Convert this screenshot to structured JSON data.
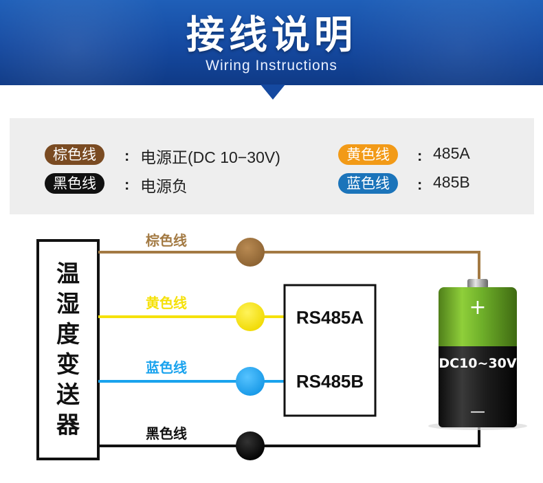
{
  "header": {
    "title": "接线说明",
    "subtitle": "Wiring Instructions"
  },
  "legend": {
    "items": [
      {
        "wire": "棕色线",
        "separator": ":",
        "meaning": "电源正(DC 10−30V)",
        "color": "#7a4b22"
      },
      {
        "wire": "黄色线",
        "separator": ":",
        "meaning": "485A",
        "color": "#f29a17"
      },
      {
        "wire": "黑色线",
        "separator": ":",
        "meaning": "电源负",
        "color": "#111111"
      },
      {
        "wire": "蓝色线",
        "separator": ":",
        "meaning": "485B",
        "color": "#1b74ba"
      }
    ]
  },
  "diagram": {
    "device_label": "温湿度变送器",
    "wires": [
      {
        "label": "棕色线",
        "color": "#a37a43"
      },
      {
        "label": "黄色线",
        "color": "#f5e10a"
      },
      {
        "label": "蓝色线",
        "color": "#1aa3ee"
      },
      {
        "label": "黑色线",
        "color": "#111111"
      }
    ],
    "terminal_box": {
      "a_label": "RS485A",
      "b_label": "RS485B"
    },
    "battery": {
      "plus": "+",
      "minus": "—",
      "voltage_label": "DC10~30V"
    }
  }
}
